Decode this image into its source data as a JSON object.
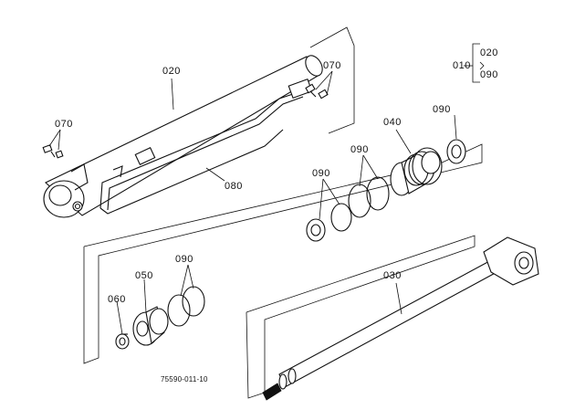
{
  "labels": {
    "p010": "010",
    "p020_top": "020",
    "p090_top": "090",
    "p020": "020",
    "p070_right": "070",
    "p070_left": "070",
    "p080": "080",
    "p040": "040",
    "p090_a": "090",
    "p090_b": "090",
    "p090_c": "090",
    "p090_d": "090",
    "p050": "050",
    "p060": "060",
    "p030": "030",
    "drawing_number": "75590-011-10"
  }
}
